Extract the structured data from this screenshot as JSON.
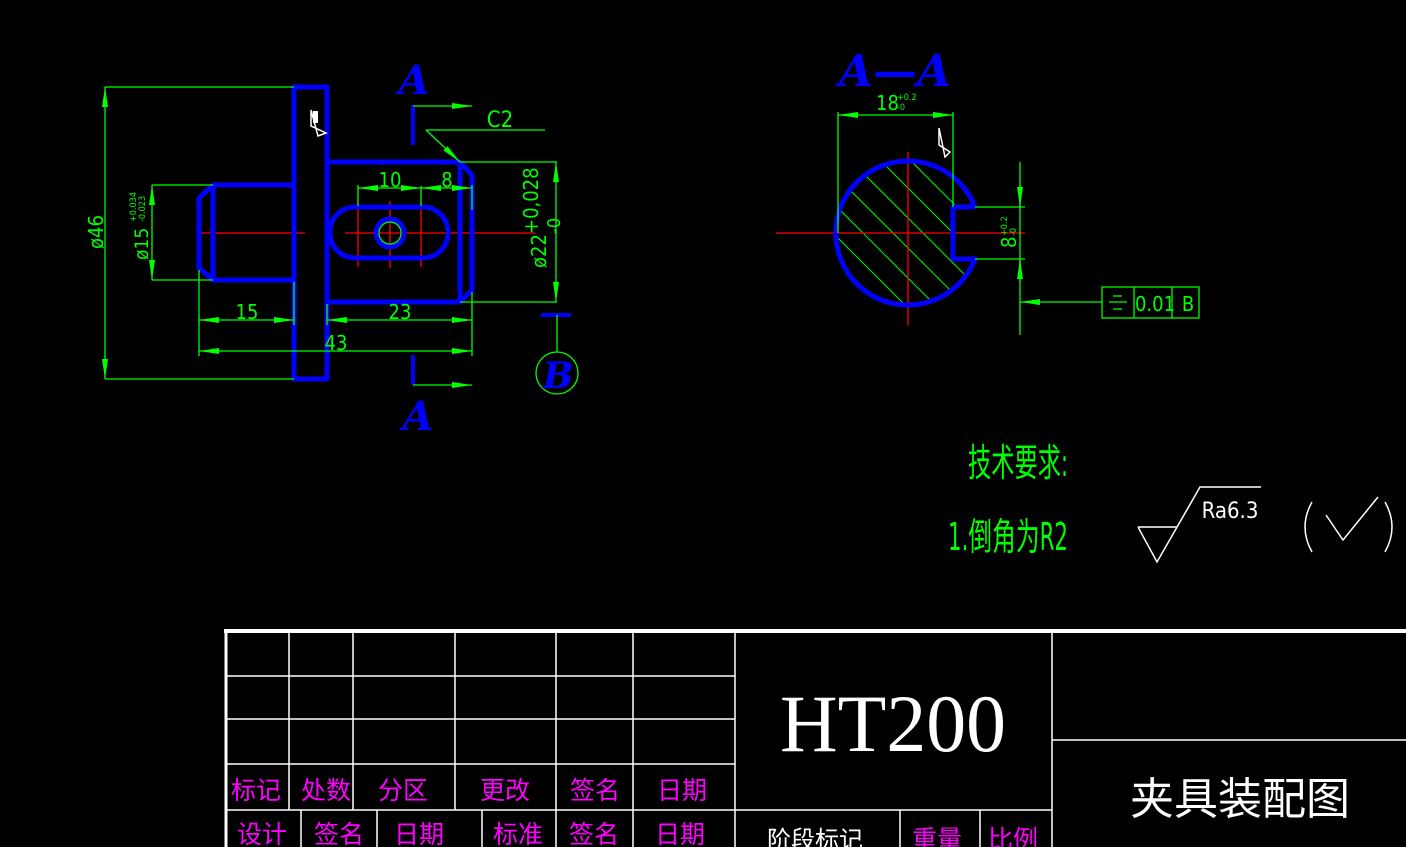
{
  "colors": {
    "outline": "#0000ff",
    "dimension": "#00ff00",
    "centerline": "#ff0000",
    "frame": "#ffffff",
    "label": "#ff00ff"
  },
  "front_view": {
    "section_label": "A",
    "dim_d46": "ø46",
    "dim_d15": "ø15",
    "dim_d15_tol_upper": "+0.034",
    "dim_d15_tol_lower": "-0.023",
    "dim_15": "15",
    "dim_23": "23",
    "dim_43": "43",
    "dim_10": "10",
    "dim_8": "8",
    "dim_d22": "ø22",
    "dim_d22_tol": "+0,028",
    "dim_d22_tol_lower": "-0",
    "chamfer": "C2",
    "datum": "B"
  },
  "section_view": {
    "title": "A—A",
    "dim_18": "18",
    "dim_18_tol_upper": "+0.2",
    "dim_18_tol_lower": "-0",
    "dim_8": "8",
    "dim_8_tol_upper": "+0.2",
    "dim_8_tol_lower": "-0",
    "tolerance_frame": {
      "symbol": "symmetry",
      "value": "0.01",
      "datum": "B"
    }
  },
  "tech_requirements": {
    "title": "技术要求:",
    "item1": "1.倒角为R2",
    "roughness": "Ra6.3",
    "other_roughness": "( √ )"
  },
  "title_block": {
    "material": "HT200",
    "drawing_name": "夹具装配图",
    "row1": [
      "标记",
      "处数",
      "分区",
      "更改",
      "签名",
      "日期"
    ],
    "row2": [
      "设计",
      "签名",
      "日期",
      "标准",
      "签名",
      "日期"
    ],
    "stage_mark": "阶段标记",
    "weight": "重量",
    "scale": "比例"
  }
}
